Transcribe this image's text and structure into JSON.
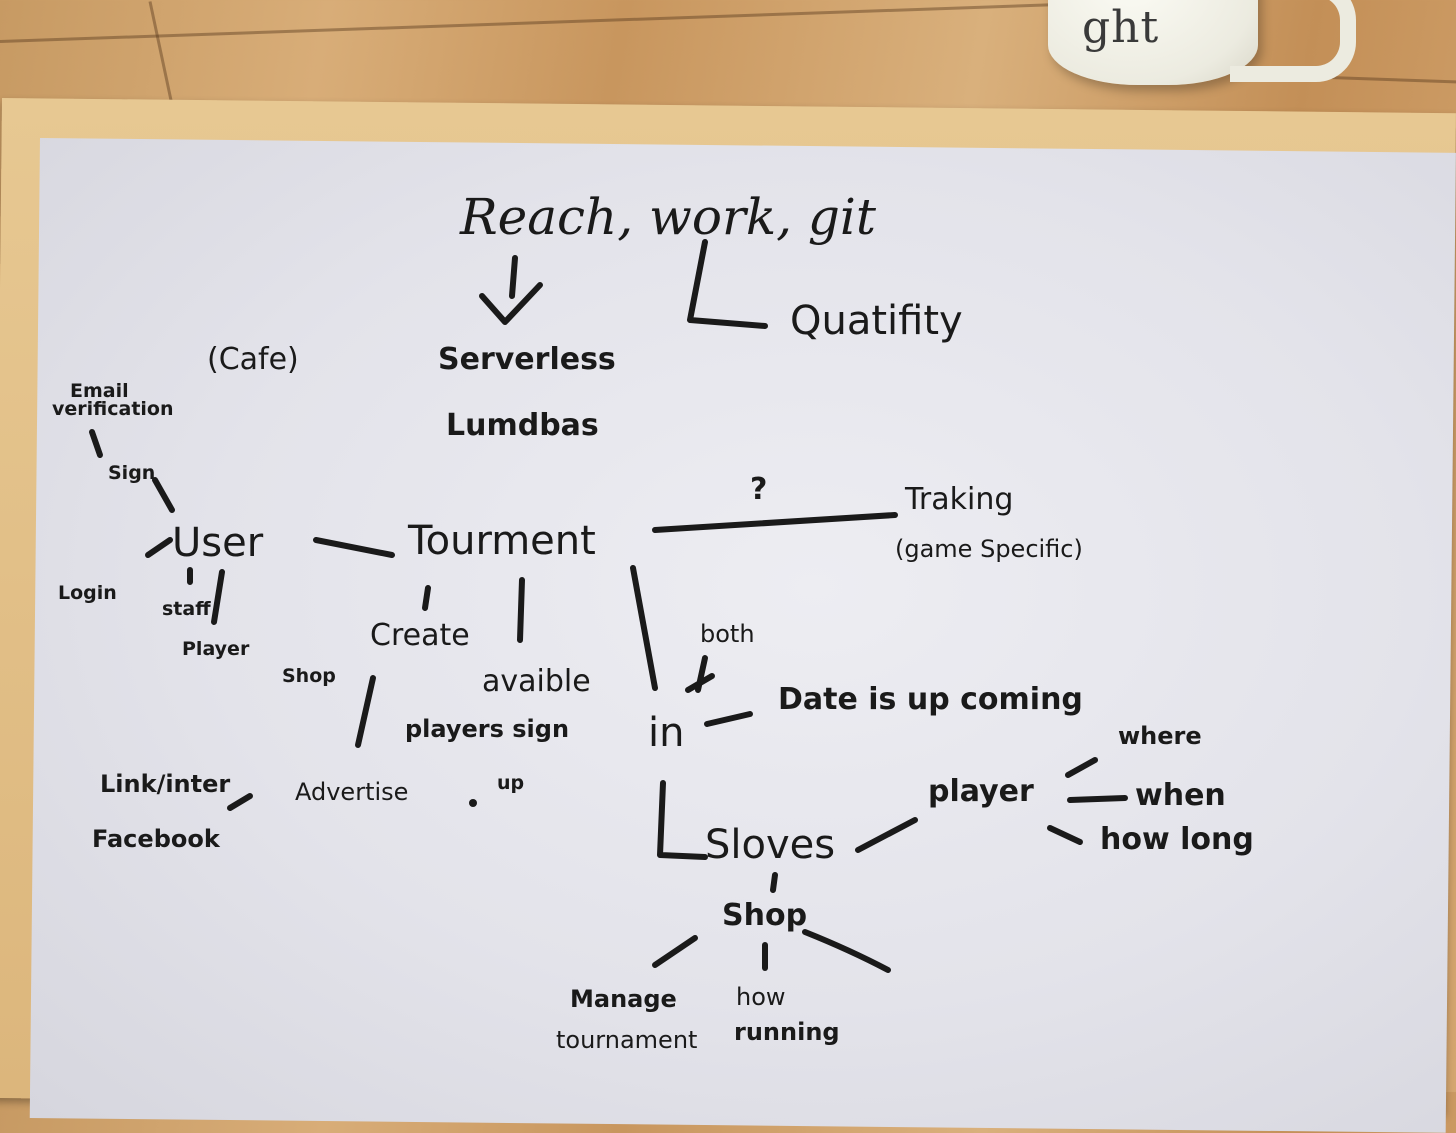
{
  "mug": {
    "text": "ght"
  },
  "whiteboard": {
    "title": "Reach, work, git",
    "serverless": "Serverless",
    "lambdas": "Lumdbas",
    "quantity": "Quatifity",
    "email_verification": "Email",
    "verification": "verification",
    "cafe": "(Cafe)",
    "sign": "Sign",
    "user": "User",
    "login": "Login",
    "staff": "staff",
    "player": "Player",
    "tournament": "Tourment",
    "question_mark": "?",
    "tracking": "Traking",
    "game_specific": "(game Specific)",
    "create": "Create",
    "shop_left": "Shop",
    "available": "avaible",
    "players_sign_up": "players sign",
    "up": "up",
    "both": "both",
    "in": "in",
    "date_upcoming": "Date is up coming",
    "link_interface": "Link/inter",
    "facebook": "Facebook",
    "advertise": "Advertise",
    "slots": "Sloves",
    "player_right": "player",
    "where": "where",
    "when": "when",
    "how_long": "how long",
    "shop_bottom": "Shop",
    "manage": "Manage",
    "tournament_small": "tournament",
    "how": "how",
    "running": "running"
  }
}
